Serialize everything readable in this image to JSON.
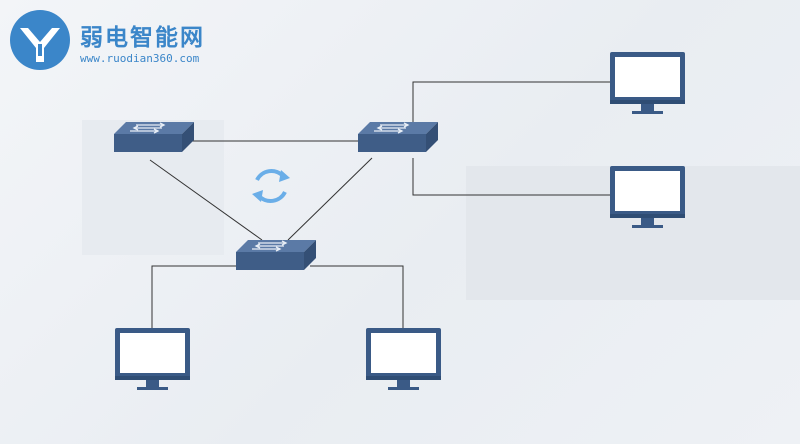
{
  "logo": {
    "title": "弱电智能网",
    "url": "www.ruodian360.com",
    "brand_color": "#3b86c9"
  },
  "diagram": {
    "nodes": [
      {
        "id": "switch-top-left",
        "kind": "switch"
      },
      {
        "id": "switch-top-right",
        "kind": "switch"
      },
      {
        "id": "switch-bottom",
        "kind": "switch"
      },
      {
        "id": "pc-top-right-1",
        "kind": "monitor"
      },
      {
        "id": "pc-top-right-2",
        "kind": "monitor"
      },
      {
        "id": "pc-bottom-left",
        "kind": "monitor"
      },
      {
        "id": "pc-bottom-right",
        "kind": "monitor"
      }
    ],
    "links": [
      [
        "switch-top-left",
        "switch-top-right"
      ],
      [
        "switch-top-left",
        "switch-bottom"
      ],
      [
        "switch-top-right",
        "switch-bottom"
      ],
      [
        "switch-top-right",
        "pc-top-right-1"
      ],
      [
        "switch-top-right",
        "pc-top-right-2"
      ],
      [
        "switch-bottom",
        "pc-bottom-left"
      ],
      [
        "switch-bottom",
        "pc-bottom-right"
      ]
    ],
    "loop_indicator": "refresh-icon",
    "colors": {
      "switch_top": "#5b7aa6",
      "switch_front": "#3f5d87",
      "monitor_frame": "#3a5a86",
      "screen": "#ffffff",
      "link": "#333333",
      "loop_arrow": "#6aaee8"
    }
  }
}
